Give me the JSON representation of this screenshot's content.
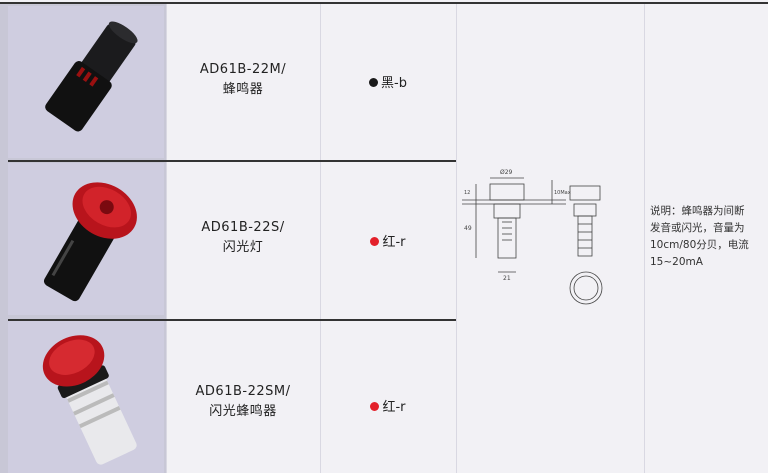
{
  "rows": [
    {
      "model": "AD61B-22M/",
      "name": "蜂鸣器",
      "color_label": "黑-b",
      "dot_color": "#1a1a1a"
    },
    {
      "model": "AD61B-22S/",
      "name": "闪光灯",
      "color_label": "红-r",
      "dot_color": "#e3202a"
    },
    {
      "model": "AD61B-22SM/",
      "name": "闪光蜂鸣器",
      "color_label": "红-r",
      "dot_color": "#e3202a"
    }
  ],
  "drawing": {
    "diameter": "Ø29",
    "height": "49",
    "top_gap": "12",
    "width": "21",
    "panel": "10Max"
  },
  "note": {
    "lines": [
      "说明：蜂鸣器为间断",
      "发音或闪光，音量为",
      "10cm/80分贝，电流",
      "15~20mA"
    ]
  }
}
